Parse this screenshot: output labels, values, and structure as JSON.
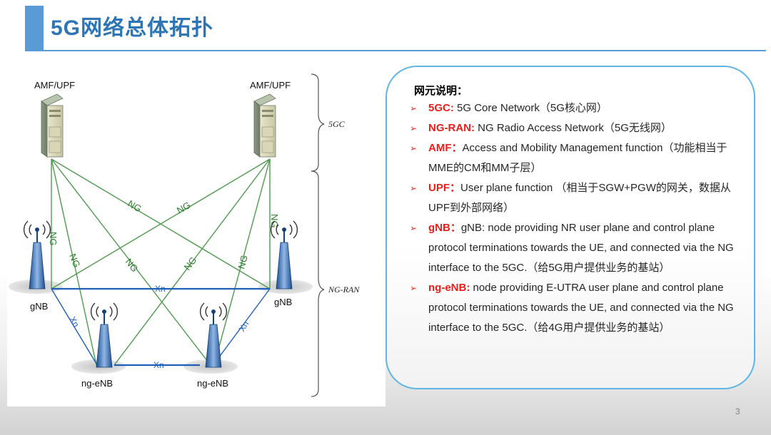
{
  "slide": {
    "title": "5G网络总体拓扑",
    "page_number": "3"
  },
  "diagram": {
    "core_left_label": "AMF/UPF",
    "core_right_label": "AMF/UPF",
    "brace_5gc_label": "5GC",
    "brace_ngran_label": "NG-RAN",
    "gnb_left_label": "gNB",
    "gnb_right_label": "gNB",
    "ngenb_left_label": "ng-eNB",
    "ngenb_right_label": "ng-eNB",
    "ng_label": "NG",
    "xn_label": "Xn",
    "colors": {
      "ng_link": "#4f9a4f",
      "xn_link": "#1f5fb8"
    }
  },
  "info": {
    "title": "网元说明：",
    "items": [
      {
        "term": "5GC:",
        "desc": " 5G Core Network（5G核心网）"
      },
      {
        "term": "NG-RAN:",
        "desc": " NG Radio Access Network（5G无线网）"
      },
      {
        "term": "AMF：",
        "desc": "Access and Mobility Management function（功能相当于MME的CM和MM子层）"
      },
      {
        "term": "UPF：",
        "desc": "User plane function （相当于SGW+PGW的网关，数据从UPF到外部网络）"
      },
      {
        "term": "gNB：",
        "desc": "gNB: node providing NR user plane and control plane protocol terminations towards the UE, and connected via the NG interface to the 5GC.（给5G用户提供业务的基站）"
      },
      {
        "term": "ng-eNB:",
        "desc": " node providing E-UTRA user plane and control plane protocol terminations towards the UE, and connected via the NG interface to the 5GC.（给4G用户提供业务的基站）"
      }
    ]
  }
}
